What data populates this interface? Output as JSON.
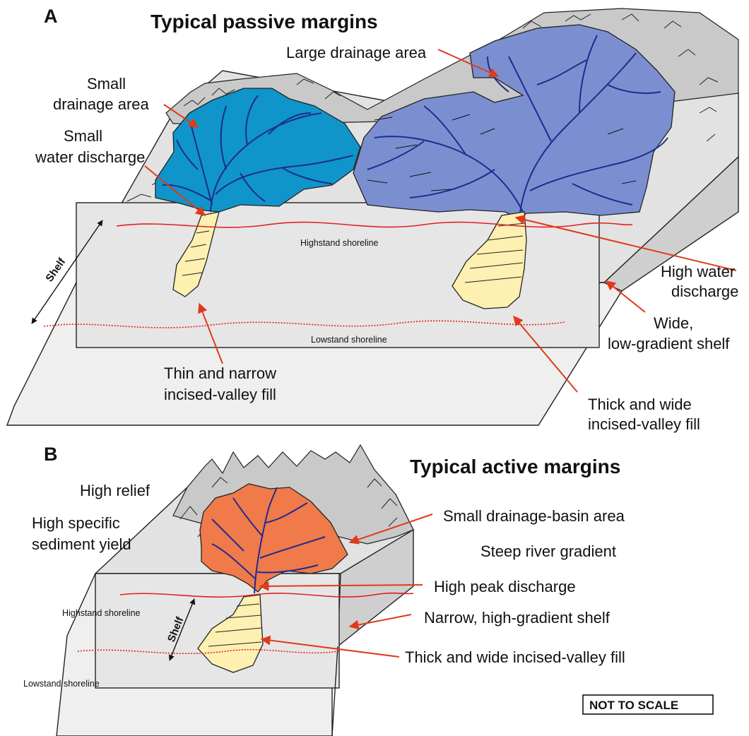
{
  "panel_a": {
    "letter": "A",
    "title": "Typical passive margins",
    "labels": {
      "large_drainage": "Large drainage area",
      "small_drainage_1": "Small",
      "small_drainage_2": "drainage area",
      "small_water_1": "Small",
      "small_water_2": "water discharge",
      "shelf": "Shelf",
      "highstand": "Highstand shoreline",
      "lowstand": "Lowstand shoreline",
      "high_water_1": "High water",
      "high_water_2": "discharge",
      "wide_shelf_1": "Wide,",
      "wide_shelf_2": "low-gradient shelf",
      "thin_fill_1": "Thin and narrow",
      "thin_fill_2": "incised-valley fill",
      "thick_fill_1": "Thick and wide",
      "thick_fill_2": "incised-valley fill"
    }
  },
  "panel_b": {
    "letter": "B",
    "title": "Typical active margins",
    "labels": {
      "high_relief": "High relief",
      "specific_yield_1": "High specific",
      "specific_yield_2": "sediment yield",
      "small_basin": "Small drainage-basin area",
      "steep_gradient": "Steep river gradient",
      "peak_discharge": "High peak discharge",
      "shelf": "Shelf",
      "highstand": "Highstand shoreline",
      "lowstand": "Lowstand shoreline",
      "narrow_shelf": "Narrow, high-gradient shelf",
      "thick_fill": "Thick and wide incised-valley fill"
    }
  },
  "scale_note": "NOT TO SCALE",
  "colors": {
    "small_basin": "#0f95c9",
    "large_basin": "#7b8fd0",
    "active_basin": "#f07a4a",
    "river": "#1f2a8f",
    "fill": "#fdf0b0",
    "shoreline": "#e02020",
    "arrow": "#e03a1a",
    "block_top": "#e2e2e2",
    "block_side": "#cfcfcf",
    "upland": "#c9c9c9"
  }
}
